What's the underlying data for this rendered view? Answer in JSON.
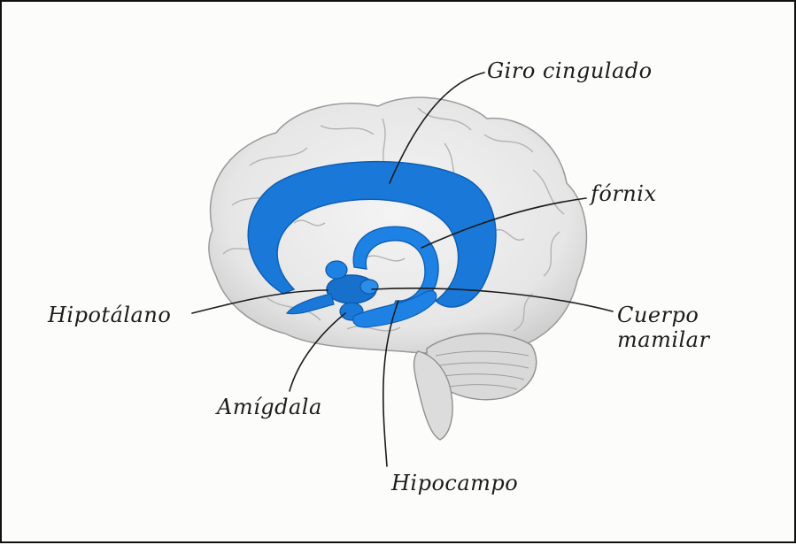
{
  "diagram": {
    "labels": {
      "giro_cingulado": "Giro cingulado",
      "fornix": "fórnix",
      "hipotalamo": "Hipotálano",
      "cuerpo_mamilar_line1": "Cuerpo",
      "cuerpo_mamilar_line2": "mamilar",
      "amigdala": "Amígdala",
      "hipocampo": "Hipocampo"
    },
    "colors": {
      "limbic_blue": "#1a78d8",
      "limbic_blue_dark": "#0d5fb5",
      "brain_grey": "#e9e9e9",
      "brain_outline": "#9a9a9a",
      "ink": "#1c1c1c"
    }
  }
}
